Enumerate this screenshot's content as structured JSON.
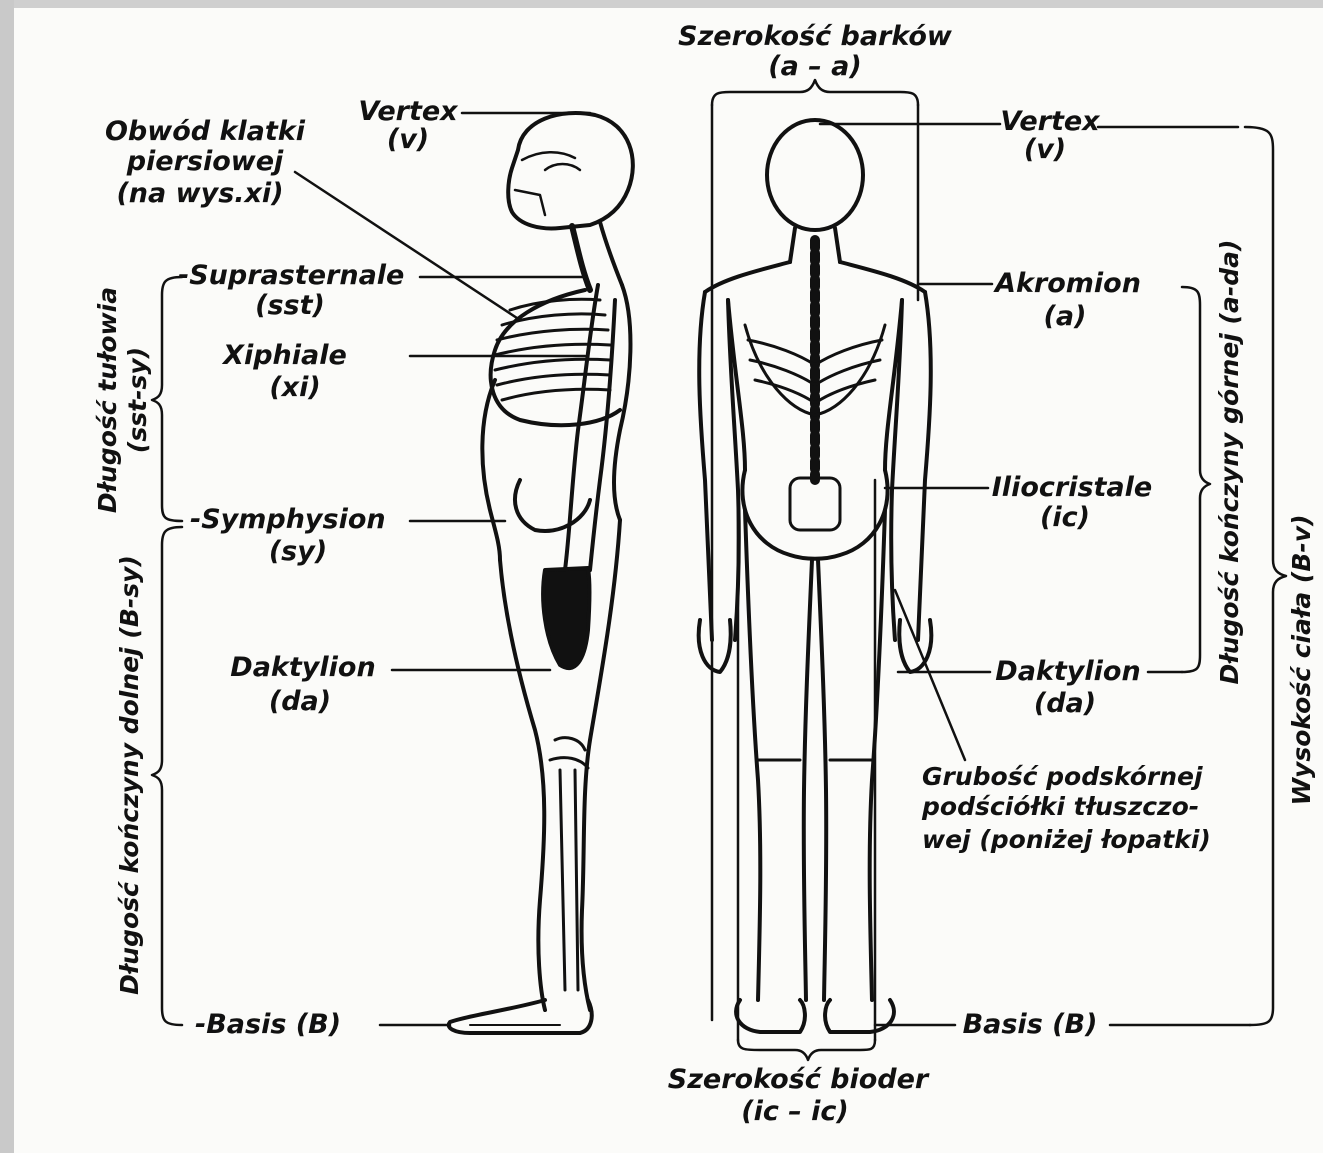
{
  "labels": {
    "shoulder_width": "Szerokość barków",
    "shoulder_width_code": "(a – a)",
    "vertex_left": "Vertex",
    "vertex_left_code": "(v)",
    "chest_line1": "Obwód klatki",
    "chest_line2": "piersiowej",
    "chest_line3": "(na wys.xi)",
    "suprasternale": "-Suprasternale",
    "suprasternale_code": "(sst)",
    "xiphiale": "Xiphiale",
    "xiphiale_code": "(xi)",
    "symphysion": "-Symphysion",
    "symphysion_code": "(sy)",
    "daktylion_left": "Daktylion",
    "daktylion_left_code": "(da)",
    "basis_left": "-Basis (B)",
    "trunk_length": "Długość tułowia",
    "trunk_length_code": "(sst-sy)",
    "lower_limb": "Długość kończyny dolnej (B-sy)",
    "vertex_right": "Vertex",
    "vertex_right_code": "(v)",
    "akromion": "Akromion",
    "akromion_code": "(a)",
    "iliocristale": "Iliocristale",
    "iliocristale_code": "(ic)",
    "daktylion_right": "Daktylion",
    "daktylion_right_code": "(da)",
    "fat_line1": "Grubość podskórnej",
    "fat_line2": "podściółki tłuszczo-",
    "fat_line3": "wej (poniżej łopatki)",
    "basis_right": "Basis (B)",
    "hip_width": "Szerokość bioder",
    "hip_width_code": "(ic – ic)",
    "upper_limb": "Długość kończyny górnej (a-da)",
    "body_height": "Wysokość ciała (B-v)"
  },
  "colors": {
    "ink": "#111111",
    "paper": "#fbfbf9",
    "frame": "#d4d4d4"
  }
}
